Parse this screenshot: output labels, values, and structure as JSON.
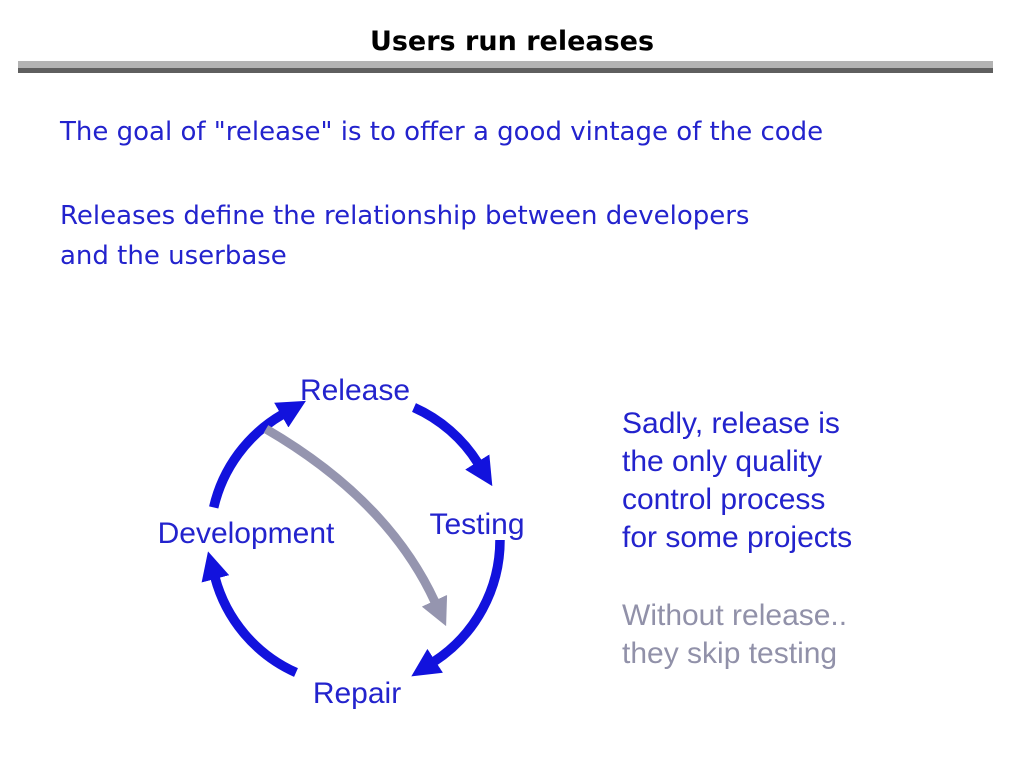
{
  "slide": {
    "title": "Users run releases",
    "intro": "The goal of \"release\" is to offer a good vintage of the code",
    "relationship": [
      "Releases define the relationship between developers",
      "and the userbase"
    ]
  },
  "diagram": {
    "nodes": {
      "top": "Release",
      "right": "Testing",
      "bottom": "Repair",
      "left": "Development"
    }
  },
  "notes": {
    "quality": [
      "Sadly, release is",
      "the only quality",
      "control process",
      "for some projects"
    ],
    "skip": [
      "Without release..",
      "they skip testing"
    ]
  },
  "colors": {
    "text_blue": "#2323cd",
    "cycle_blue": "#1212dd",
    "shortcut_gray": "#9595af",
    "note_gray": "#9191a9",
    "rule_light": "#b3b3b3",
    "rule_dark": "#5f5f5f"
  }
}
